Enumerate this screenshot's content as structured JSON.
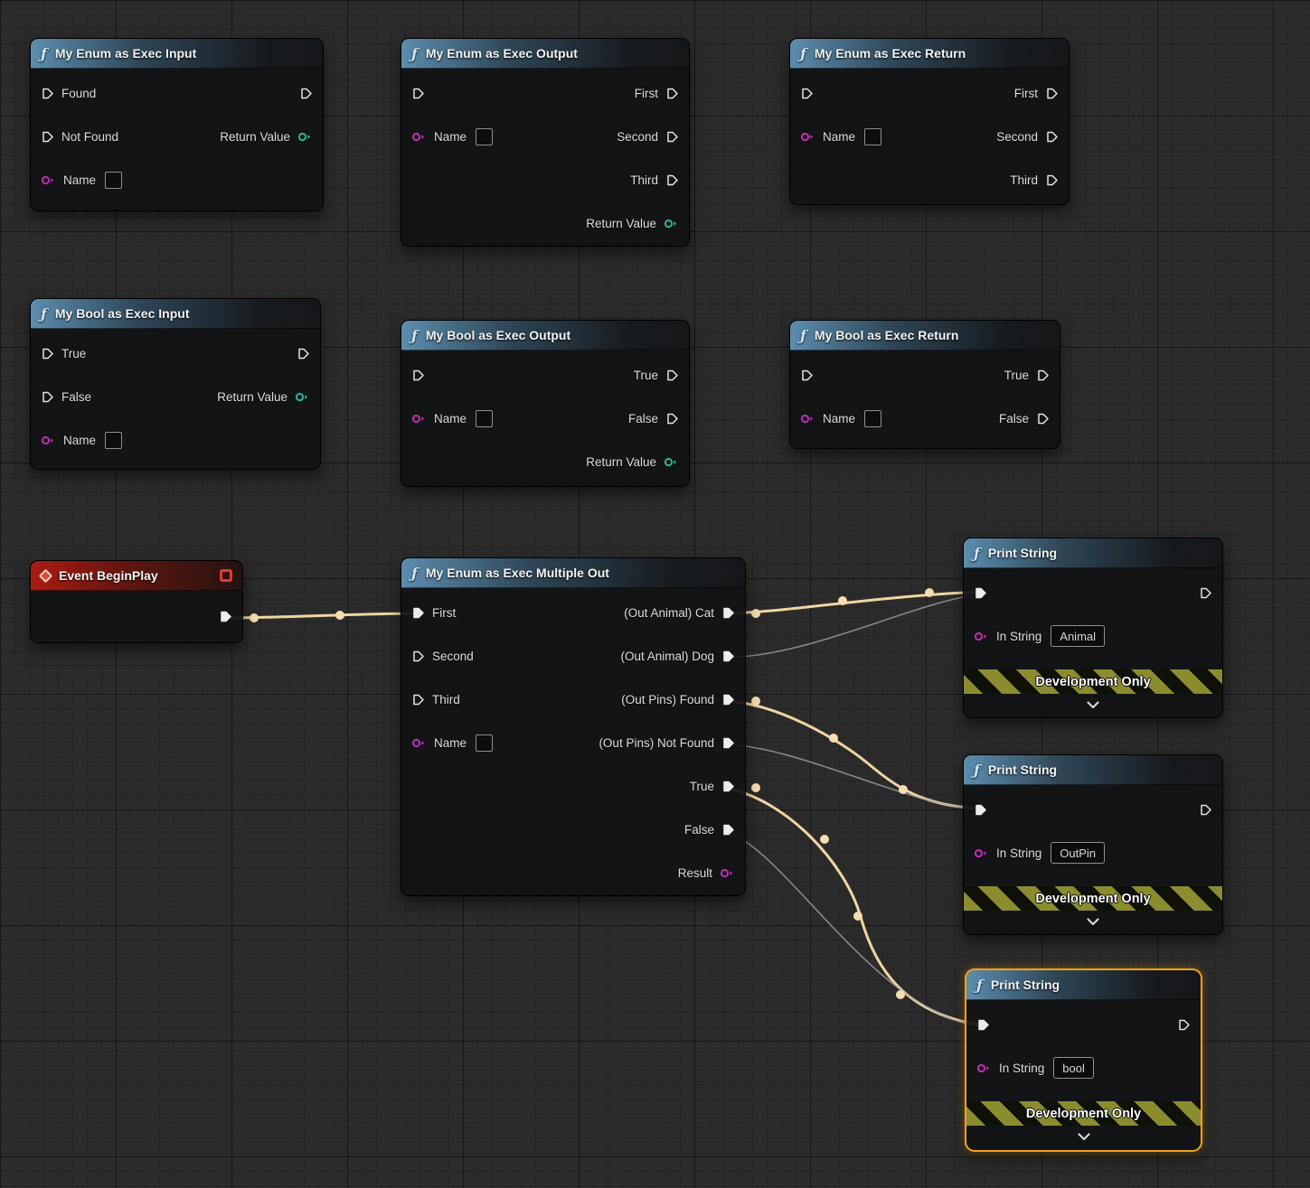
{
  "colors": {
    "node_header_function": "#4f86ad",
    "node_header_event": "#9e150e",
    "exec_pin": "#ececec",
    "enum_pin": "#c32db6",
    "return_pin": "#2fb598",
    "exec_wire_active": "#f1d4a1",
    "exec_wire": "#a0a0a0",
    "selection_outline": "#f7a21c",
    "dev_banner_stripe": "#8a8c2e"
  },
  "nodes": {
    "enum_exec_input": {
      "title": "My Enum as Exec Input",
      "pins": {
        "found": "Found",
        "not_found": "Not Found",
        "name": "Name",
        "return_value": "Return Value"
      }
    },
    "enum_exec_output": {
      "title": "My Enum as Exec Output",
      "pins": {
        "name": "Name",
        "first": "First",
        "second": "Second",
        "third": "Third",
        "return_value": "Return Value"
      }
    },
    "enum_exec_return": {
      "title": "My Enum as Exec Return",
      "pins": {
        "name": "Name",
        "first": "First",
        "second": "Second",
        "third": "Third"
      }
    },
    "bool_exec_input": {
      "title": "My Bool as Exec Input",
      "pins": {
        "true": "True",
        "false": "False",
        "name": "Name",
        "return_value": "Return Value"
      }
    },
    "bool_exec_output": {
      "title": "My Bool as Exec Output",
      "pins": {
        "name": "Name",
        "true": "True",
        "false": "False",
        "return_value": "Return Value"
      }
    },
    "bool_exec_return": {
      "title": "My Bool as Exec Return",
      "pins": {
        "name": "Name",
        "true": "True",
        "false": "False"
      }
    },
    "event_begin_play": {
      "title": "Event BeginPlay"
    },
    "multiple_out": {
      "title": "My Enum as Exec Multiple Out",
      "pins": {
        "first": "First",
        "second": "Second",
        "third": "Third",
        "name": "Name",
        "cat": "(Out Animal) Cat",
        "dog": "(Out Animal) Dog",
        "found": "(Out Pins) Found",
        "not_found": "(Out Pins) Not Found",
        "true": "True",
        "false": "False",
        "result": "Result"
      }
    },
    "print_string_1": {
      "title": "Print String",
      "in_string": "In String",
      "value": "Animal",
      "banner": "Development Only"
    },
    "print_string_2": {
      "title": "Print String",
      "in_string": "In String",
      "value": "OutPin",
      "banner": "Development Only"
    },
    "print_string_3": {
      "title": "Print String",
      "in_string": "In String",
      "value": "bool",
      "banner": "Development Only"
    }
  }
}
